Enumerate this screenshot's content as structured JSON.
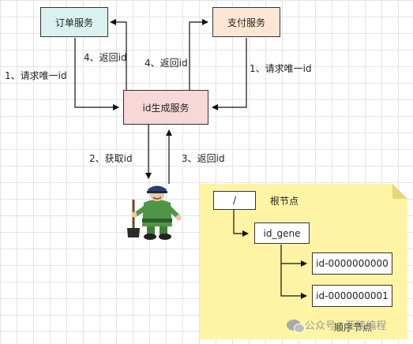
{
  "services": {
    "order": "订单服务",
    "payment": "支付服务",
    "id_gen": "id生成服务"
  },
  "arrows": {
    "order_request": "1、请求唯一id",
    "order_return": "4、返回id",
    "payment_return": "4、返回id",
    "payment_request": "1、请求唯一id",
    "get_id": "2、获取id",
    "return_id": "3、返回id"
  },
  "zookeeper_note": {
    "root": "/",
    "root_caption": "根节点",
    "gene": "id_gene",
    "child_1": "id-0000000000",
    "child_2": "id-0000000001",
    "child_caption": "顺序节点"
  },
  "watermark": {
    "icon": "wechat-icon",
    "text": "公众号 · 亚猿编程"
  },
  "colors": {
    "order_box": "#d9f2ef",
    "payment_box": "#fbe6d3",
    "id_gen_box": "#f8d7d9",
    "note": "#fff4a3"
  }
}
